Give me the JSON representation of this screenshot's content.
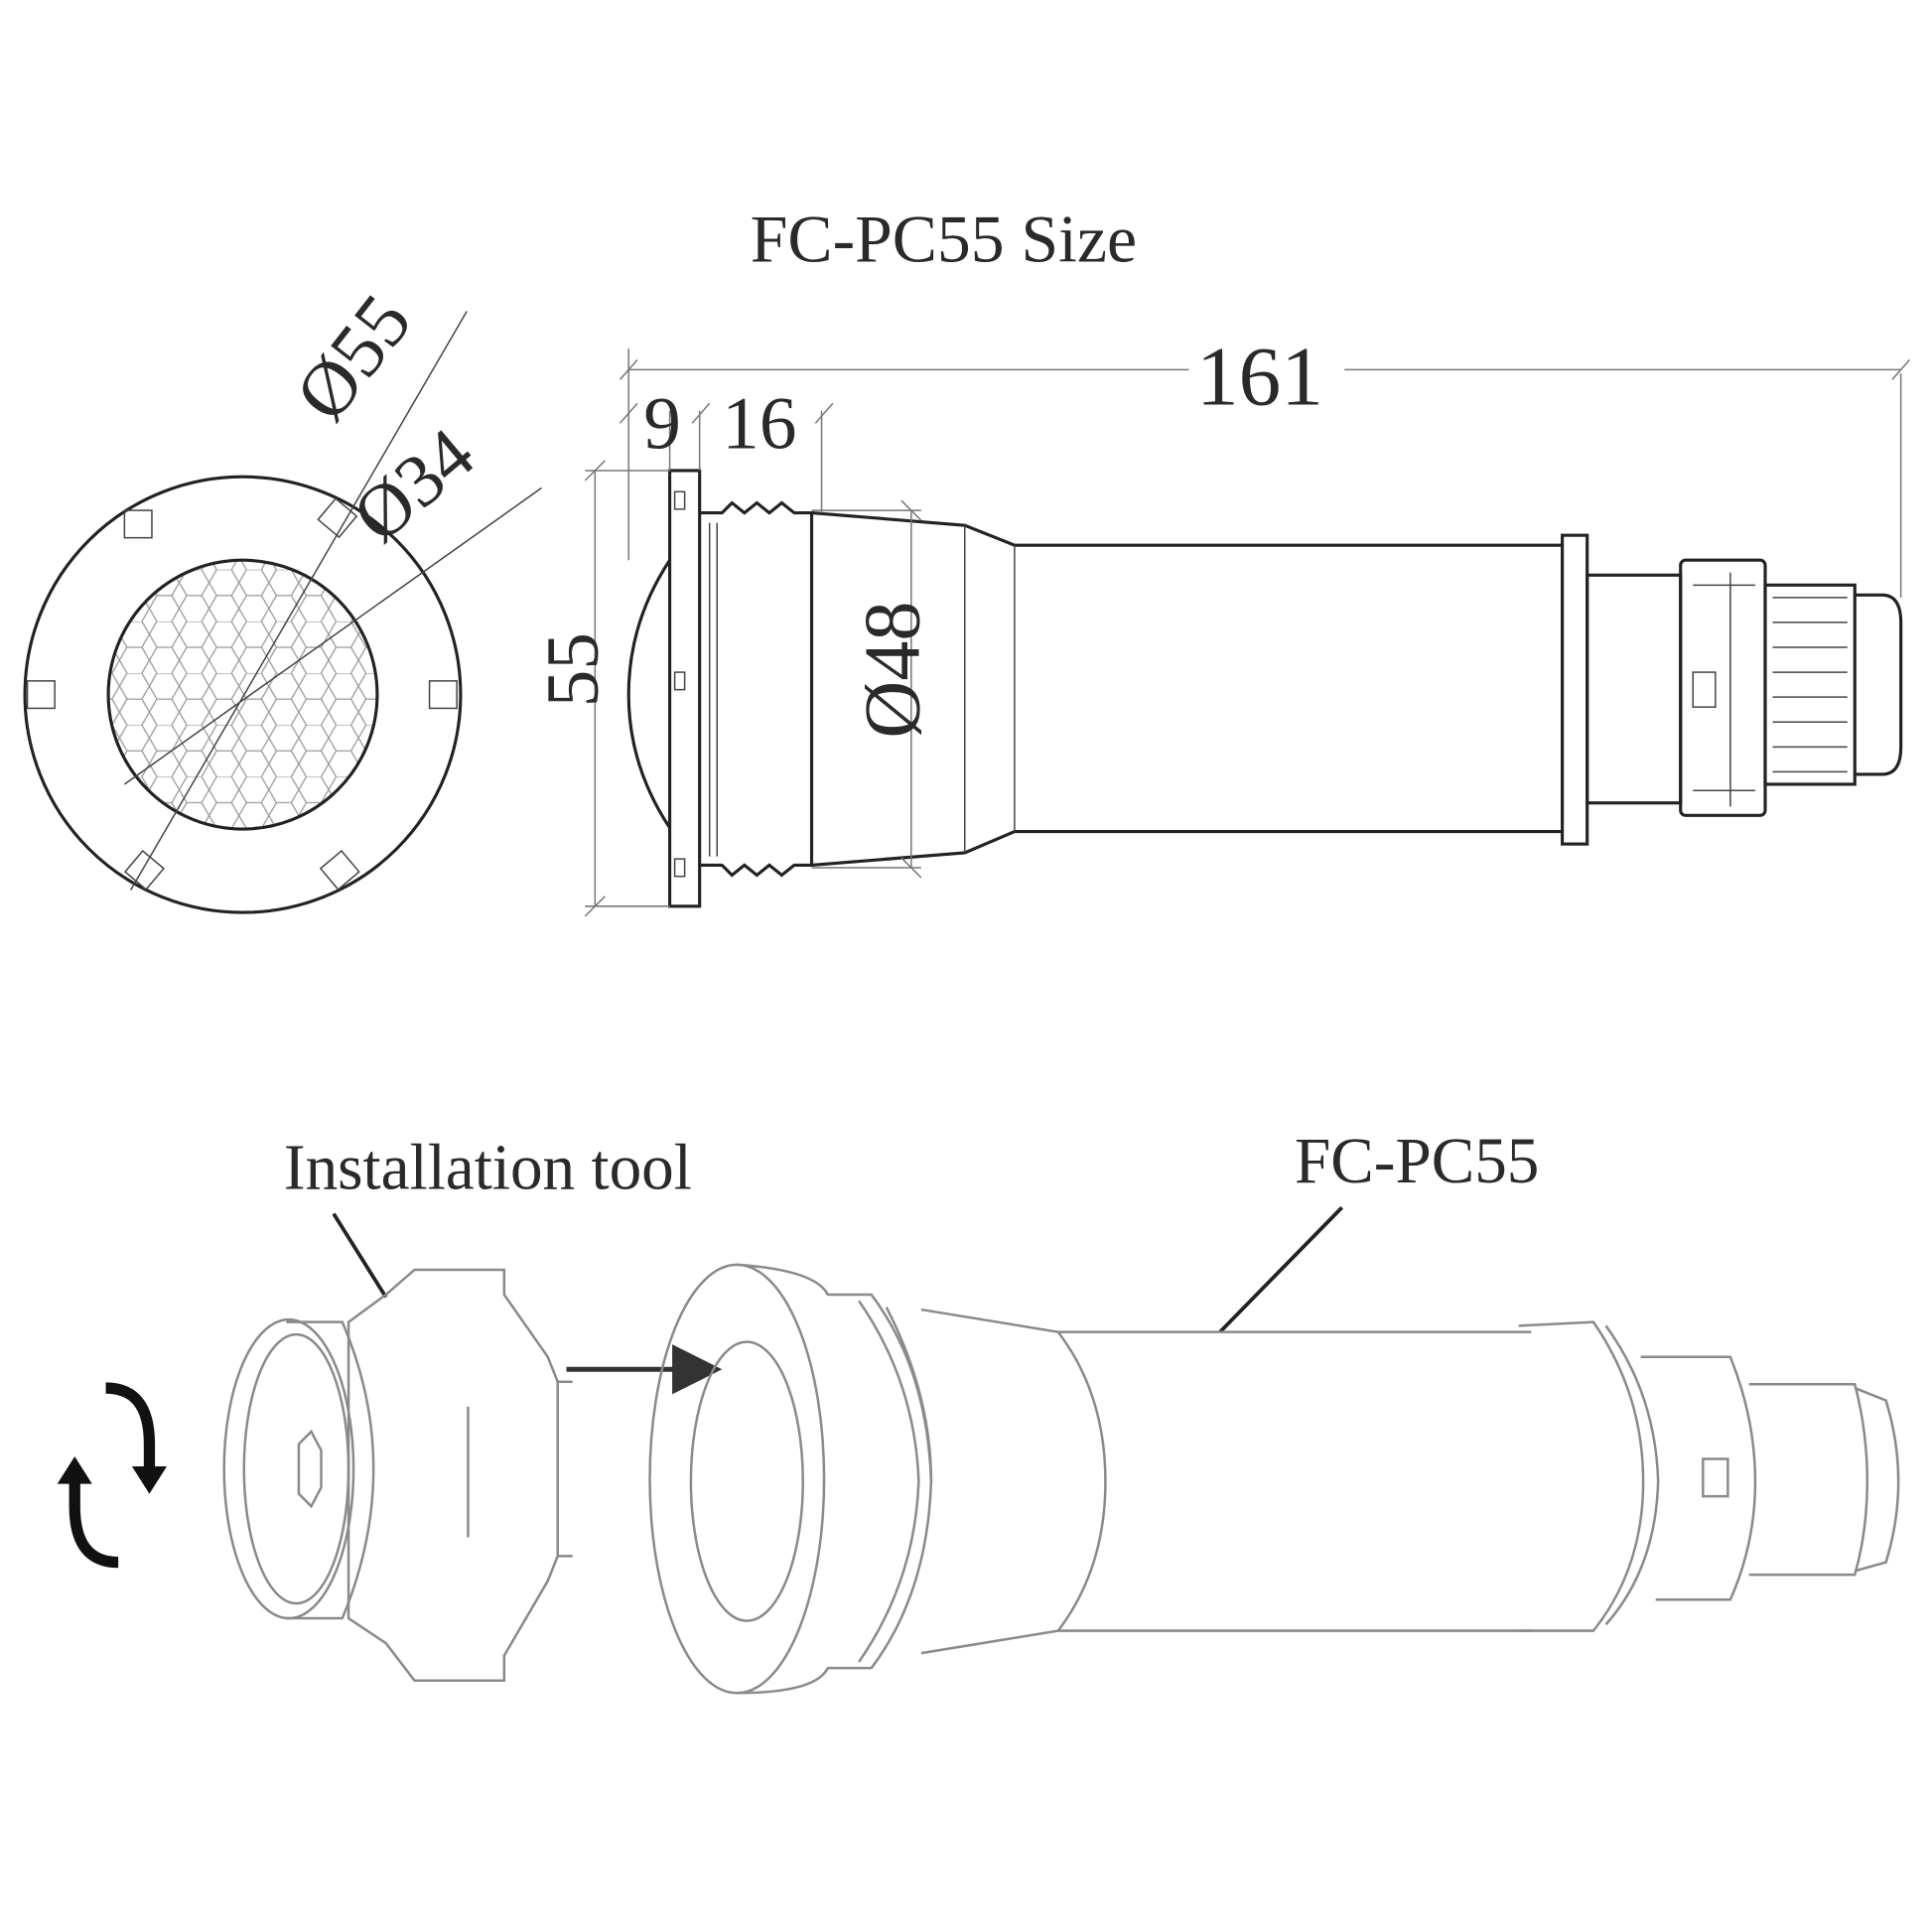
{
  "title": "FC-PC55 Size",
  "dimensions": {
    "outer_diameter": "Ø55",
    "inner_diameter": "Ø34",
    "total_length": "161",
    "flange_thickness": "9",
    "thread_length": "16",
    "height": "55",
    "body_diameter": "Ø48"
  },
  "labels": {
    "tool": "Installation tool",
    "product": "FC-PC55"
  },
  "colors": {
    "line": "#222222",
    "assembly_line": "#8a8a8a"
  }
}
